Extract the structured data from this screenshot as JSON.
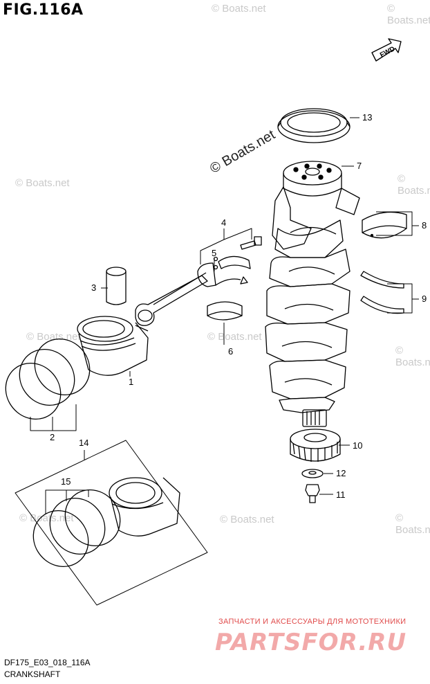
{
  "header": {
    "title": "FIG.116A"
  },
  "footer": {
    "code": "DF175_E03_018_116A",
    "subtitle": "CRANKSHAFT"
  },
  "fwd_label": "FWD",
  "watermark": "© Boats.net",
  "advert": {
    "tagline": "ЗАПЧАСТИ И АКСЕССУАРЫ ДЛЯ МОТОТЕХНИКИ",
    "logo": "PARTSFOR.RU"
  },
  "callouts": [
    "1",
    "2",
    "3",
    "4",
    "5",
    "6",
    "7",
    "8",
    "9",
    "10",
    "11",
    "12",
    "13",
    "14",
    "15"
  ]
}
